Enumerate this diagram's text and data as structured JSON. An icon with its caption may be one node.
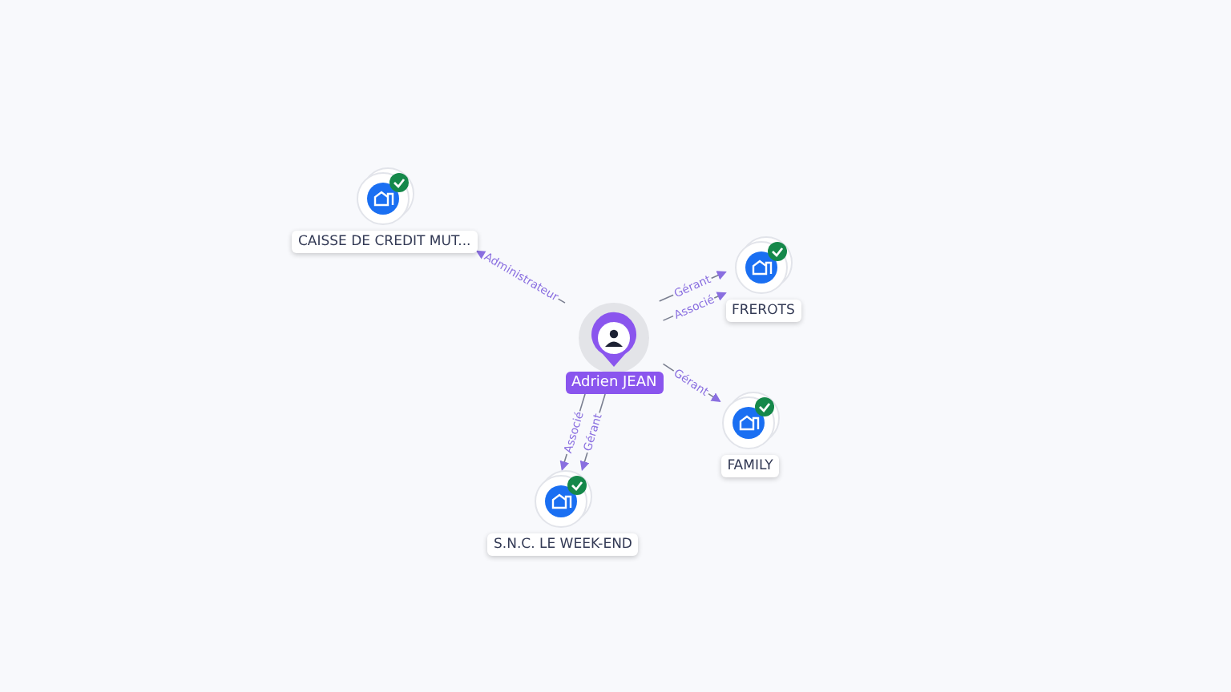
{
  "diagram": {
    "nodes": [
      {
        "text": [
          "Adrien JEAN"
        ]
      },
      {
        "text": [
          "CAISSE DE CREDIT MUT..."
        ]
      },
      {
        "text": [
          "FREROTS"
        ]
      },
      {
        "text": [
          "FAMILY"
        ]
      },
      {
        "text": [
          "S.N.C. LE WEEK-END"
        ]
      }
    ],
    "edges": [
      {
        "from": 0,
        "to": 1,
        "arrow": "to",
        "label": "Administrateur"
      },
      {
        "from": 0,
        "to": 2,
        "arrow": "to",
        "label": "Gérant"
      },
      {
        "from": 0,
        "to": 2,
        "arrow": "to",
        "label": "Associé"
      },
      {
        "from": 0,
        "to": 3,
        "arrow": "to",
        "label": "Gérant"
      },
      {
        "from": 0,
        "to": 4,
        "arrow": "to",
        "label": "Gérant"
      },
      {
        "from": 0,
        "to": 4,
        "arrow": "to",
        "label": "Associé"
      }
    ]
  }
}
